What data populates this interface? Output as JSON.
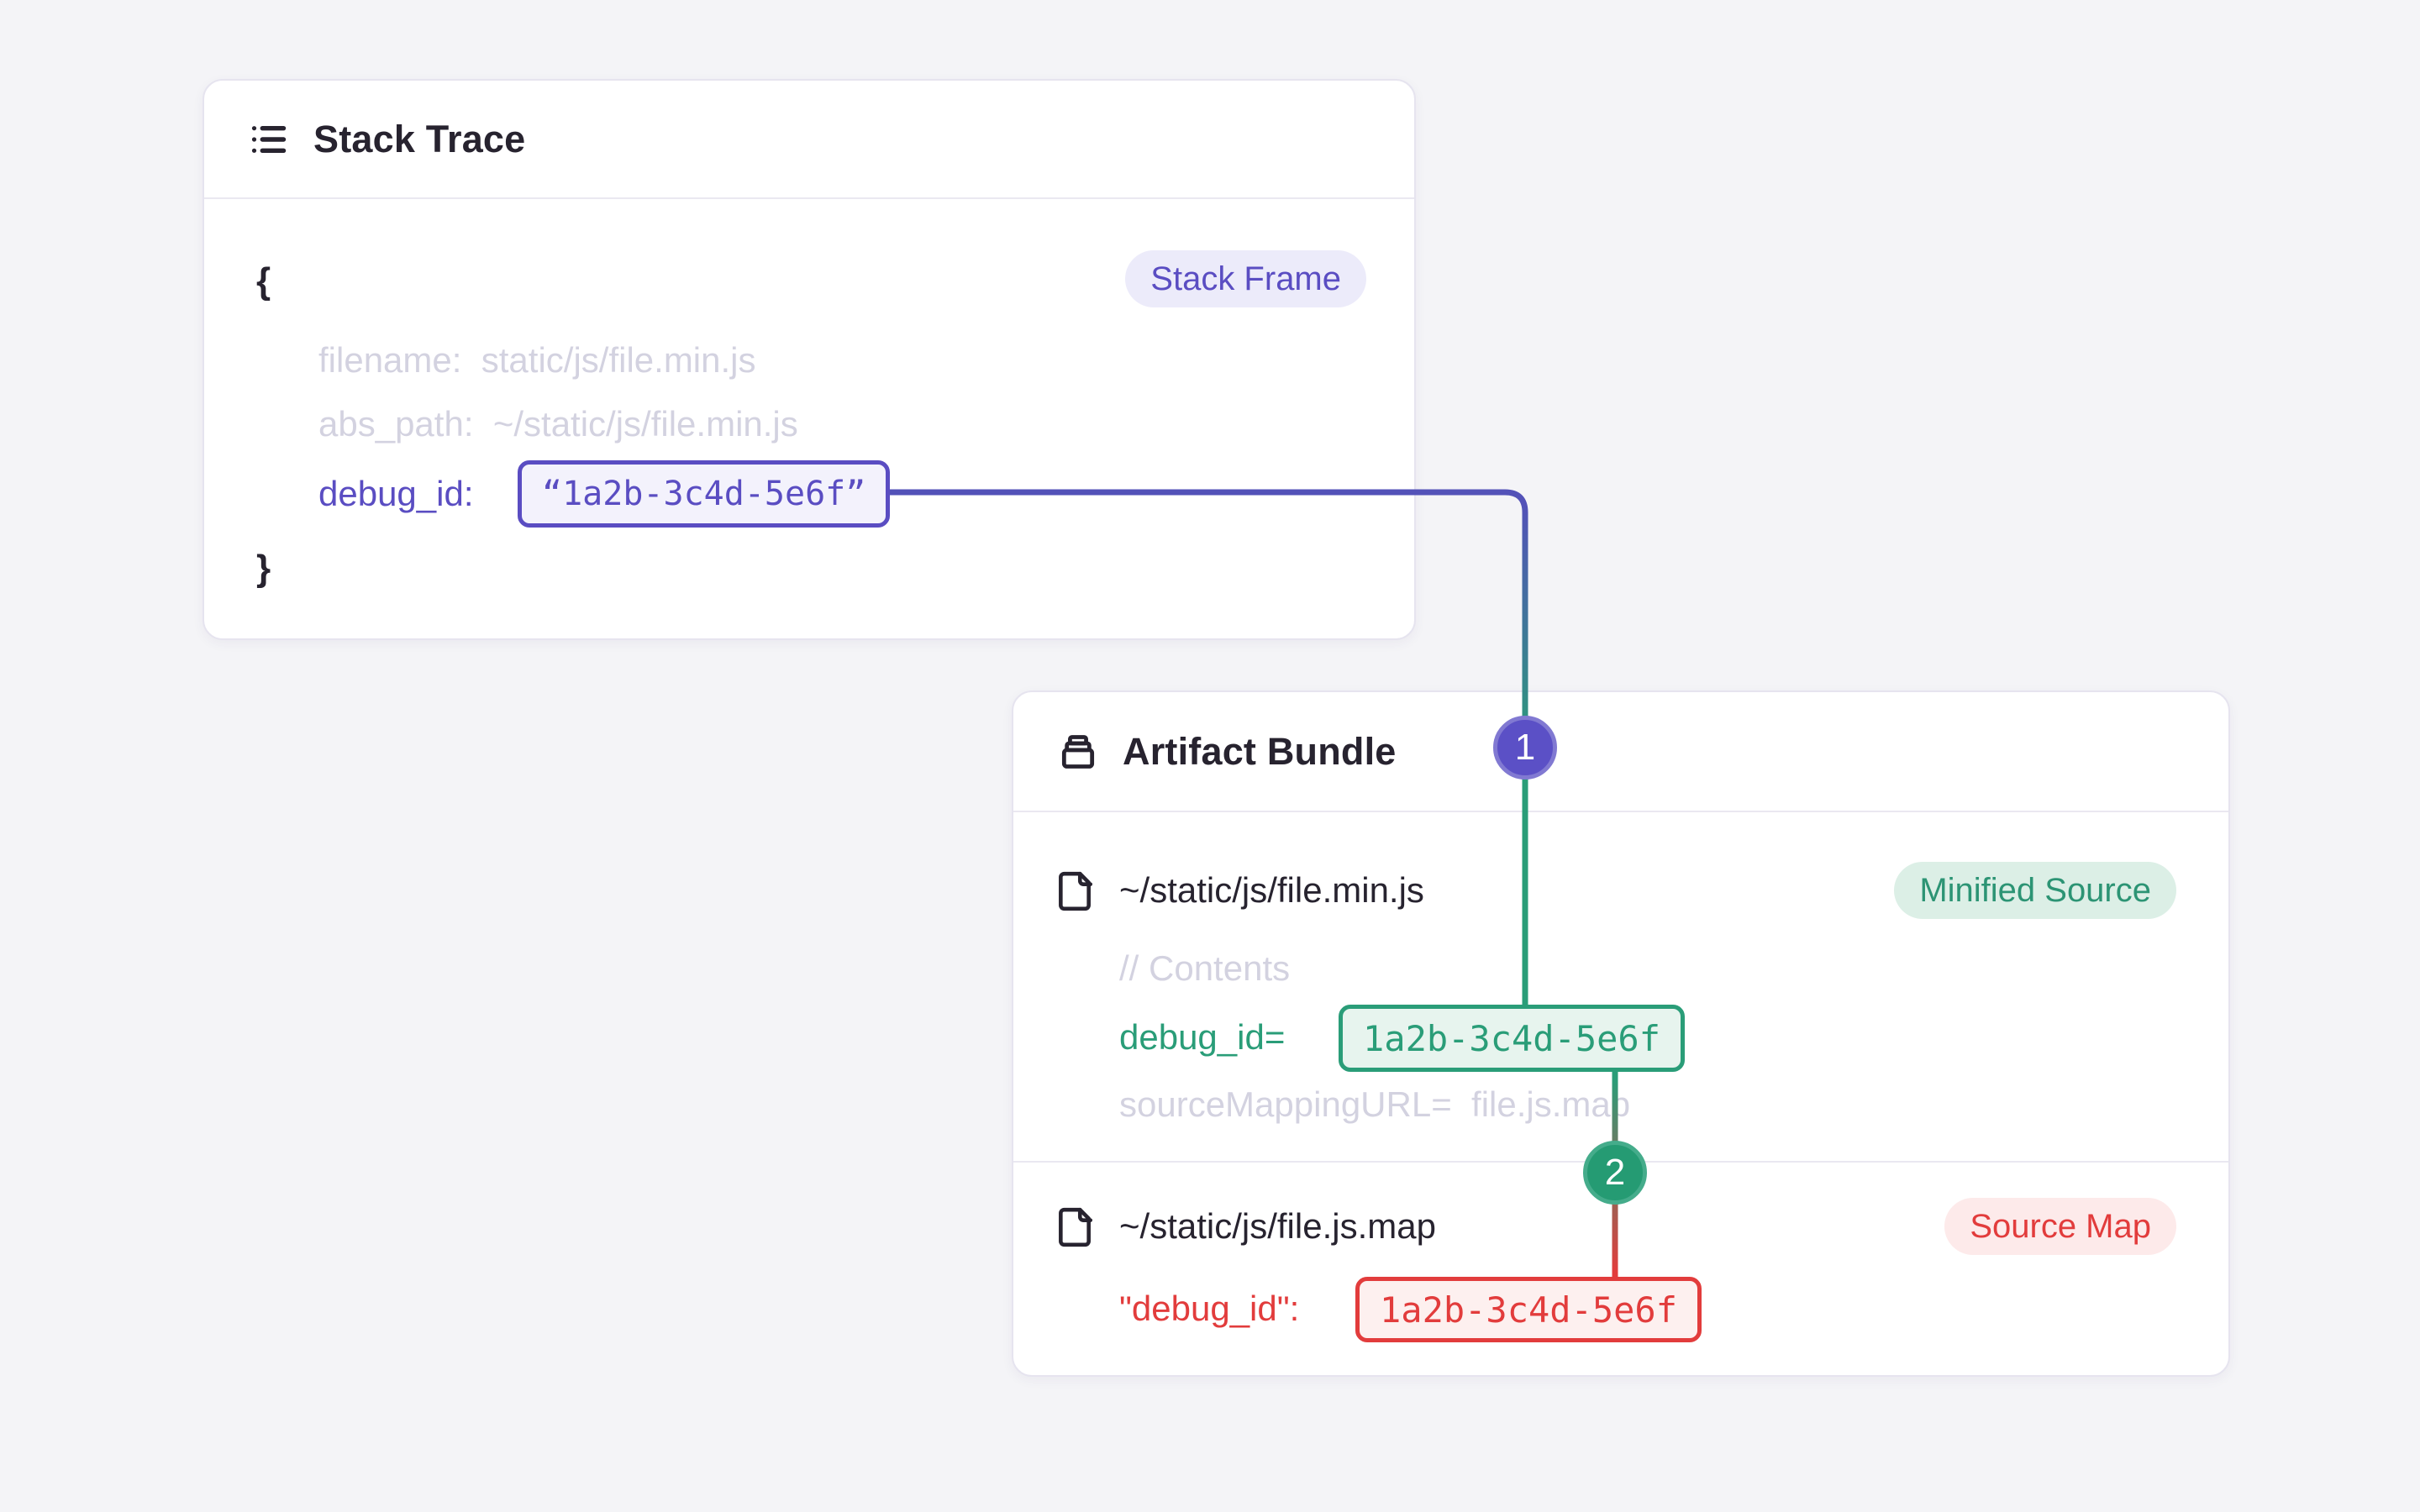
{
  "colors": {
    "page_bg": "#f4f4f7",
    "purple_accent": "#5a4dc2",
    "green_accent": "#2a9d78",
    "red_accent": "#e23c3c",
    "muted_text": "#d3d2e0",
    "dark_text": "#27232f"
  },
  "icons": {
    "stack_trace": "list-icon",
    "artifact_bundle": "bundle-stack-icon",
    "file": "file-icon"
  },
  "stack_trace": {
    "title": "Stack Trace",
    "badge": "Stack Frame",
    "open_brace": "{",
    "close_brace": "}",
    "filename_line": "filename:  static/js/file.min.js",
    "abs_path_line": "abs_path:  ~/static/js/file.min.js",
    "debug_id_label": "debug_id:",
    "debug_id_value": "“1a2b-3c4d-5e6f”"
  },
  "artifact_bundle": {
    "title": "Artifact Bundle",
    "rows": [
      {
        "name": "~/static/js/file.min.js",
        "badge": "Minified Source",
        "contents_comment": "// Contents",
        "debug_id_label": "debug_id=",
        "debug_id_value": "1a2b-3c4d-5e6f",
        "source_mapping_line": "sourceMappingURL=  file.js.map"
      },
      {
        "name": "~/static/js/file.js.map",
        "badge": "Source Map",
        "debug_id_label": "\"debug_id\":",
        "debug_id_value": "1a2b-3c4d-5e6f"
      }
    ]
  },
  "connectors": {
    "step1": "1",
    "step2": "2"
  }
}
